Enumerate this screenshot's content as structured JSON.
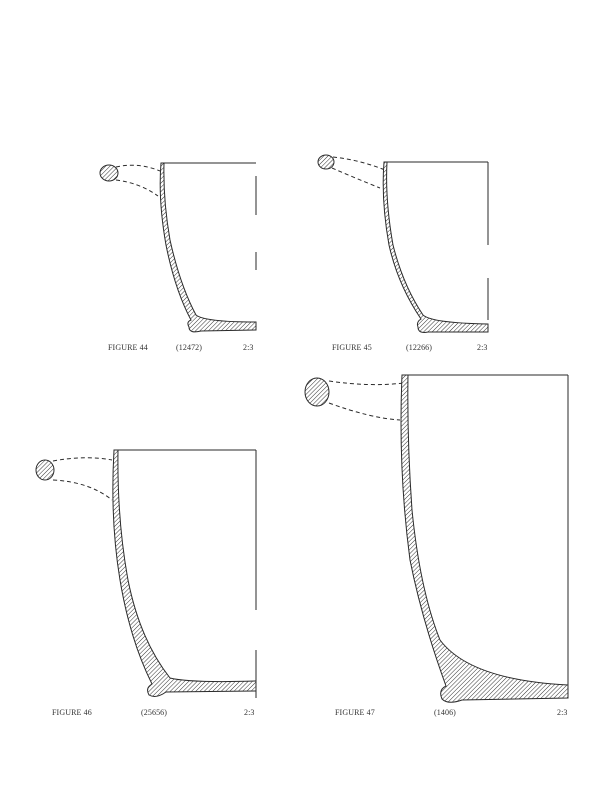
{
  "figures": [
    {
      "label": "FIGURE 44",
      "number": "(12472)",
      "scale": "2:3"
    },
    {
      "label": "FIGURE 45",
      "number": "(12266)",
      "scale": "2:3"
    },
    {
      "label": "FIGURE 46",
      "number": "(25656)",
      "scale": "2:3"
    },
    {
      "label": "FIGURE 47",
      "number": "(1406)",
      "scale": "2:3"
    }
  ],
  "colors": {
    "ink": "#2a2a2a",
    "hatch": "#333333"
  }
}
